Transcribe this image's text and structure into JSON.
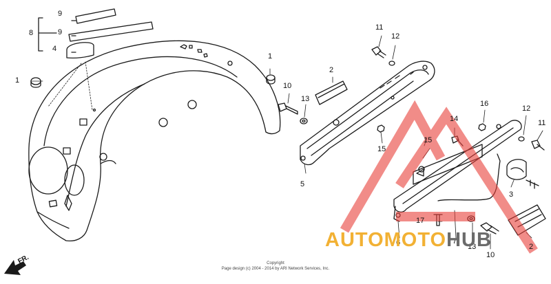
{
  "diagram": {
    "callouts": [
      {
        "id": "c9a",
        "text": "9"
      },
      {
        "id": "c8",
        "text": "8"
      },
      {
        "id": "c9b",
        "text": "9"
      },
      {
        "id": "c4",
        "text": "4"
      },
      {
        "id": "c1a",
        "text": "1"
      },
      {
        "id": "c1b",
        "text": "1"
      },
      {
        "id": "c2a",
        "text": "2"
      },
      {
        "id": "c10a",
        "text": "10"
      },
      {
        "id": "c13a",
        "text": "13"
      },
      {
        "id": "c11a",
        "text": "11"
      },
      {
        "id": "c12a",
        "text": "12"
      },
      {
        "id": "c5",
        "text": "5"
      },
      {
        "id": "c15a",
        "text": "15"
      },
      {
        "id": "c15b",
        "text": "15"
      },
      {
        "id": "c14",
        "text": "14"
      },
      {
        "id": "c16",
        "text": "16"
      },
      {
        "id": "c12b",
        "text": "12"
      },
      {
        "id": "c11b",
        "text": "11"
      },
      {
        "id": "c3",
        "text": "3"
      },
      {
        "id": "c2b",
        "text": "2"
      },
      {
        "id": "c17",
        "text": "17"
      },
      {
        "id": "c6",
        "text": "6"
      },
      {
        "id": "c7",
        "text": "7"
      },
      {
        "id": "c13b",
        "text": "13"
      },
      {
        "id": "c10b",
        "text": "10"
      }
    ],
    "direction_label": "FR.",
    "copyright": {
      "line1": "Copyright",
      "line2": "Page design (c) 2004 - 2014 by ARI Network Services, Inc."
    }
  },
  "watermark": {
    "word1": "AUTO",
    "word2": "MOTO",
    "word3": "HUB",
    "color_primary": "#f2b134",
    "color_secondary": "#6b6b6b",
    "logo_color": "#e8403a"
  }
}
